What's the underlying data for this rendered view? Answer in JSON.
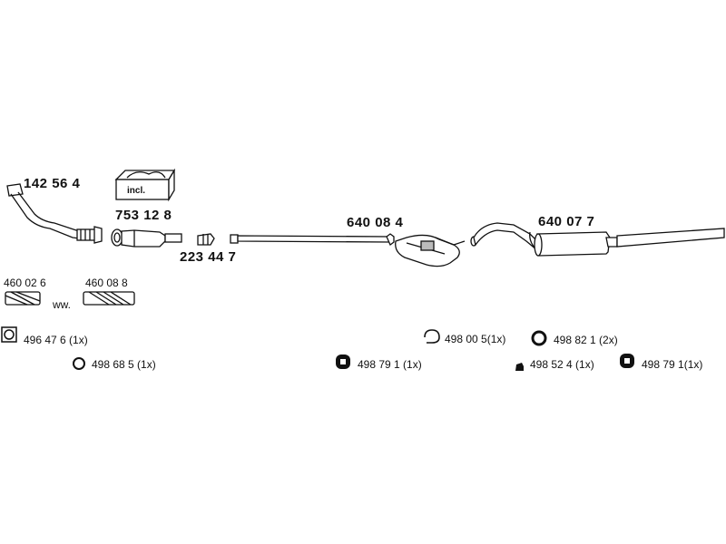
{
  "parts": {
    "front_pipe": "142 56 4",
    "catalyst_kit": "753 12 8",
    "incl_label": "incl.",
    "clamp": "223 44 7",
    "middle_silencer": "640 08 4",
    "rear_silencer": "640 07 7",
    "flex_pipe_a": "460 02 6",
    "flex_pipe_b": "460 08 8",
    "ww_label": "ww.",
    "gasket_square": "496 47 6 (1x)",
    "ring_gasket": "498 68 5 (1x)",
    "rubber_mount_mid": "498 79 1 (1x)",
    "hanger_ring_a": "498 00 5(1x)",
    "hanger_ring_b": "498 82 1 (2x)",
    "buffer": "498 52 4 (1x)",
    "rubber_mount_rear": "498 79 1(1x)"
  }
}
